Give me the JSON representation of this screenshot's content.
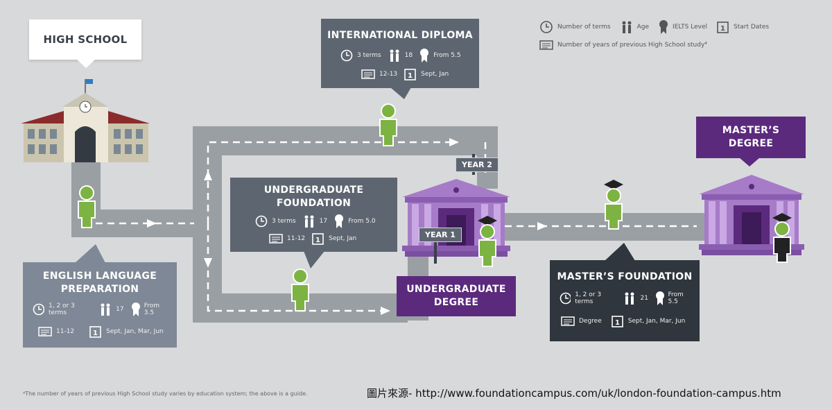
{
  "legend": {
    "terms": "Number of terms",
    "age": "Age",
    "ielts": "IELTS Level",
    "start": "Start Dates",
    "years": "Number of years of previous High School study⁴"
  },
  "high_school": {
    "title": "HIGH SCHOOL"
  },
  "international_diploma": {
    "title": "INTERNATIONAL DIPLOMA",
    "terms": "3 terms",
    "age": "18",
    "ielts": "From 5.5",
    "years": "12-13",
    "start": "Sept, Jan"
  },
  "undergraduate_foundation": {
    "title_line1": "UNDERGRADUATE",
    "title_line2": "FOUNDATION",
    "terms": "3 terms",
    "age": "17",
    "ielts": "From 5.0",
    "years": "11-12",
    "start": "Sept, Jan"
  },
  "english_language": {
    "title_line1": "ENGLISH LANGUAGE",
    "title_line2": "PREPARATION",
    "terms": "1, 2 or 3 terms",
    "age": "17",
    "ielts": "From 3.5",
    "years": "11-12",
    "start": "Sept, Jan, Mar, Jun"
  },
  "undergraduate_degree": {
    "title_line1": "UNDERGRADUATE",
    "title_line2": "DEGREE"
  },
  "masters_foundation": {
    "title": "MASTER’S FOUNDATION",
    "terms": "1, 2 or 3 terms",
    "age": "21",
    "ielts": "From 5.5",
    "years": "Degree",
    "start": "Sept, Jan, Mar, Jun"
  },
  "masters_degree": {
    "title_line1": "MASTER’S",
    "title_line2": "DEGREE"
  },
  "year_labels": {
    "year1": "YEAR 1",
    "year2": "YEAR 2"
  },
  "footnote": "⁴The number of years of previous High School study varies by education system; the above is a guide.",
  "source": "圖片來源- http://www.foundationcampus.com/uk/london-foundation-campus.htm",
  "colors": {
    "background": "#d8d9db",
    "road": "#9a9fa3",
    "dark_box": "#5d6670",
    "darker_box": "#3a4048",
    "light_box": "#7f8896",
    "purple": "#5b2a7d",
    "building_purple": "#a67bc8",
    "student_green": "#7cb342"
  }
}
